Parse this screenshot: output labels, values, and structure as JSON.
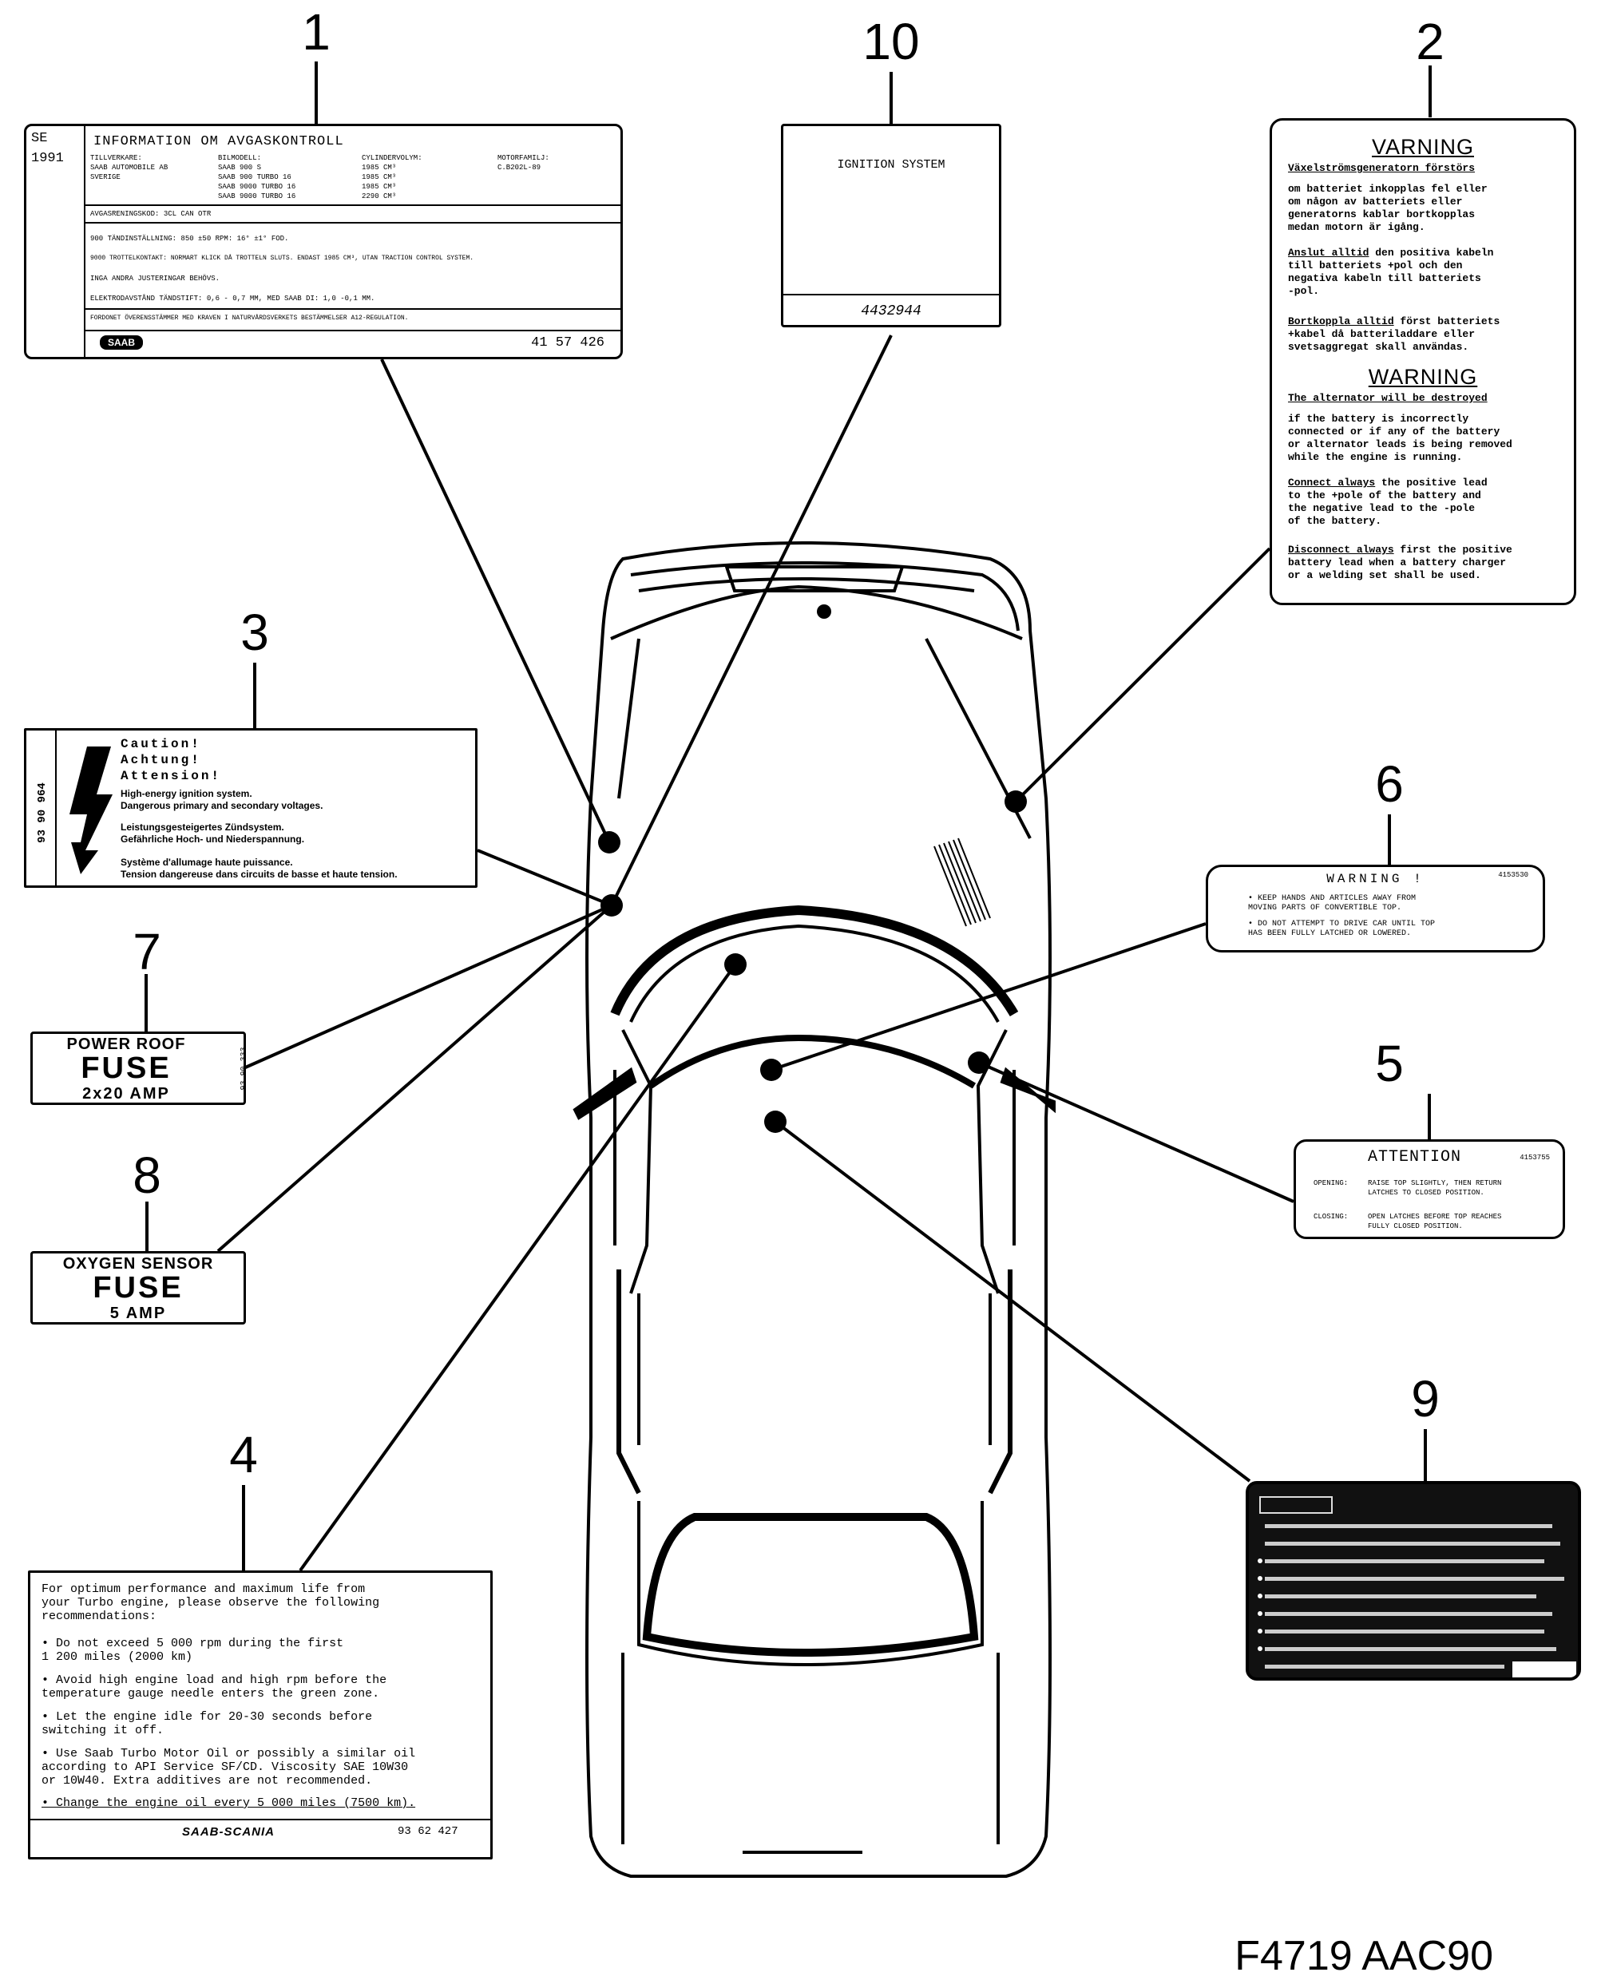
{
  "callouts": [
    "1",
    "2",
    "3",
    "4",
    "5",
    "6",
    "7",
    "8",
    "9",
    "10"
  ],
  "label1": {
    "country": "SE",
    "year": "1991",
    "title": "INFORMATION OM AVGASKONTROLL",
    "col1": "TILLVERKARE:\nSAAB AUTOMOBILE AB\nSVERIGE",
    "col2": "BILMODELL:\nSAAB 900 S\nSAAB 900 TURBO 16\nSAAB 9000 TURBO 16\nSAAB 9000 TURBO 16",
    "col3": "CYLINDERVOLYM:\n1985 CM³\n1985 CM³\n1985 CM³\n2290 CM³",
    "col4": "MOTORFAMILJ:\nC.B202L-89",
    "line1": "AVGASRENINGSKOD: 3CL CAN OTR",
    "line2": "900 TÄNDINSTÄLLNING: 850 ±50 RPM: 16° ±1° FOD.",
    "line3": "9000 TROTTELKONTAKT: NORMART KLICK DÅ TROTTELN SLUTS. ENDAST 1985 CM³, UTAN TRACTION CONTROL SYSTEM.",
    "line4": "INGA ANDRA JUSTERINGAR BEHÖVS.",
    "line5": "ELEKTRODAVSTÅND TÄNDSTIFT: 0,6 - 0,7 MM, MED SAAB DI: 1,0 -0,1 MM.",
    "line6": "FORDONET ÖVERENSSTÄMMER MED KRAVEN I NATURVÅRDSVERKETS BESTÄMMELSER A12-REGULATION.",
    "brand": "SAAB",
    "partno": "41 57 426"
  },
  "label2": {
    "title_sv": "VARNING",
    "sub_sv": "Växelströmsgeneratorn förstörs",
    "p1_sv": "om batteriet inkopplas fel eller\nom någon av batteriets eller\ngeneratorns kablar bortkopplas\nmedan motorn är igång.",
    "p2a_sv": "Anslut alltid",
    "p2b_sv": " den positiva kabeln\ntill batteriets +pol och den\nnegativa kabeln till batteriets\n-pol.",
    "p3a_sv": "Bortkoppla alltid",
    "p3b_sv": " först batteriets\n+kabel då batteriladdare eller\nsvetsaggregat skall användas.",
    "title_en": "WARNING",
    "sub_en": "The alternator will be destroyed",
    "p1_en": "if the battery is incorrectly\nconnected or if any of the battery\nor alternator leads is being removed\nwhile the engine is running.",
    "p2a_en": "Connect always",
    "p2b_en": " the positive lead\nto the +pole of the battery and\nthe negative lead to the -pole\nof the battery.",
    "p3a_en": "Disconnect always",
    "p3b_en": " first the positive\nbattery lead when a battery charger\nor a welding set shall be used."
  },
  "label3": {
    "side": "93 90 964",
    "l1": "Caution!",
    "l2": "Achtung!",
    "l3": "Attension!",
    "t1": "High-energy ignition system.\nDangerous primary and secondary voltages.",
    "t2": "Leistungsgesteigertes Zündsystem.\nGefährliche Hoch- und Niederspannung.",
    "t3": "Système d'allumage haute puissance.\nTension dangereuse dans circuits de basse et haute tension."
  },
  "label4": {
    "intro": "For optimum performance and maximum life from\nyour Turbo engine, please observe the following\nrecommendations:",
    "b1": "Do not exceed 5 000 rpm during the first\n1 200 miles (2000 km)",
    "b2": "Avoid high engine load and high rpm before the\ntemperature gauge needle enters the green zone.",
    "b3": "Let the engine idle for 20-30 seconds before\nswitching it off.",
    "b4": "Use Saab Turbo Motor Oil or possibly a similar oil\naccording to API Service SF/CD. Viscosity SAE 10W30\nor 10W40. Extra additives are not recommended.",
    "b5": "Change the engine oil every 5 000 miles (7500 km).",
    "brand": "SAAB-SCANIA",
    "partno": "93 62 427"
  },
  "label5": {
    "title": "ATTENTION",
    "partno": "4153755",
    "opening_k": "OPENING:",
    "opening_v": "RAISE TOP SLIGHTLY, THEN RETURN\nLATCHES TO CLOSED POSITION.",
    "closing_k": "CLOSING:",
    "closing_v": "OPEN LATCHES BEFORE TOP REACHES\nFULLY CLOSED POSITION."
  },
  "label6": {
    "title": "WARNING !",
    "partno": "4153530",
    "l1": "• KEEP HANDS AND ARTICLES AWAY FROM\nMOVING PARTS OF CONVERTIBLE TOP.",
    "l2": "• DO NOT ATTEMPT TO DRIVE CAR UNTIL TOP\nHAS BEEN FULLY LATCHED OR LOWERED."
  },
  "label7": {
    "l1": "POWER ROOF",
    "l2": "FUSE",
    "l3": "2x20 AMP",
    "side": "93 90 333"
  },
  "label8": {
    "l1": "OXYGEN SENSOR",
    "l2": "FUSE",
    "l3": "5 AMP"
  },
  "label10": {
    "title": "IGNITION SYSTEM",
    "partno": "4432944"
  },
  "figure_code": "F4719 AAC90"
}
